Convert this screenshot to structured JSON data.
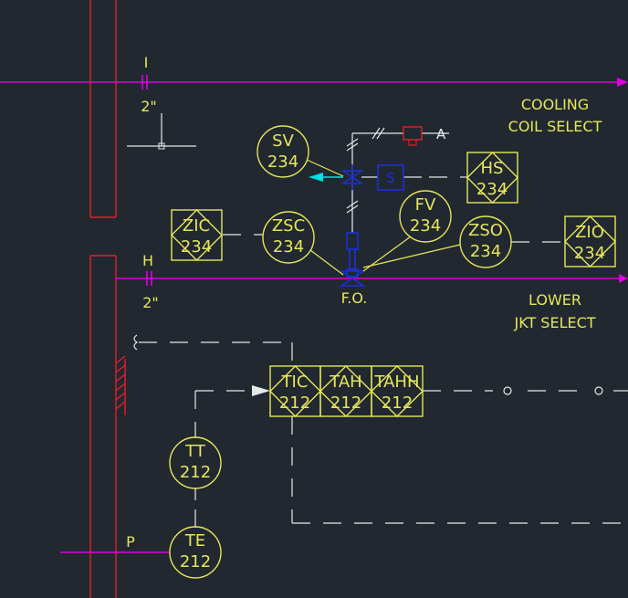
{
  "lines": {
    "upper_line_size": "2\"",
    "upper_line_code": "I",
    "lower_line_size": "2\"",
    "lower_line_code": "H",
    "steam_line_code": "P"
  },
  "notes": {
    "cooling": [
      "COOLING",
      "COIL SELECT"
    ],
    "lower": [
      "LOWER",
      "JKT SELECT"
    ],
    "fail_open": "F.O."
  },
  "instruments": {
    "sv": {
      "tag": "SV",
      "loop": "234"
    },
    "hs": {
      "tag": "HS",
      "loop": "234"
    },
    "fv": {
      "tag": "FV",
      "loop": "234"
    },
    "zsc": {
      "tag": "ZSC",
      "loop": "234"
    },
    "zso": {
      "tag": "ZSO",
      "loop": "234"
    },
    "zic": {
      "tag": "ZIC",
      "loop": "234"
    },
    "zio": {
      "tag": "ZIO",
      "loop": "234"
    },
    "tic": {
      "tag": "TIC",
      "loop": "212"
    },
    "tah": {
      "tag": "TAH",
      "loop": "212"
    },
    "tahh": {
      "tag": "TAHH",
      "loop": "212"
    },
    "tt": {
      "tag": "TT",
      "loop": "212"
    },
    "te": {
      "tag": "TE",
      "loop": "212"
    }
  },
  "solenoid_label": "S",
  "air_label": "A",
  "colors": {
    "background": "#212830",
    "instrument": "#e6e65a",
    "process_line": "#e000e0",
    "vessel": "#e21f2a",
    "valve": "#1d2fd8",
    "signal": "#e8e8e8",
    "flow_arrow": "#00e0e0"
  }
}
